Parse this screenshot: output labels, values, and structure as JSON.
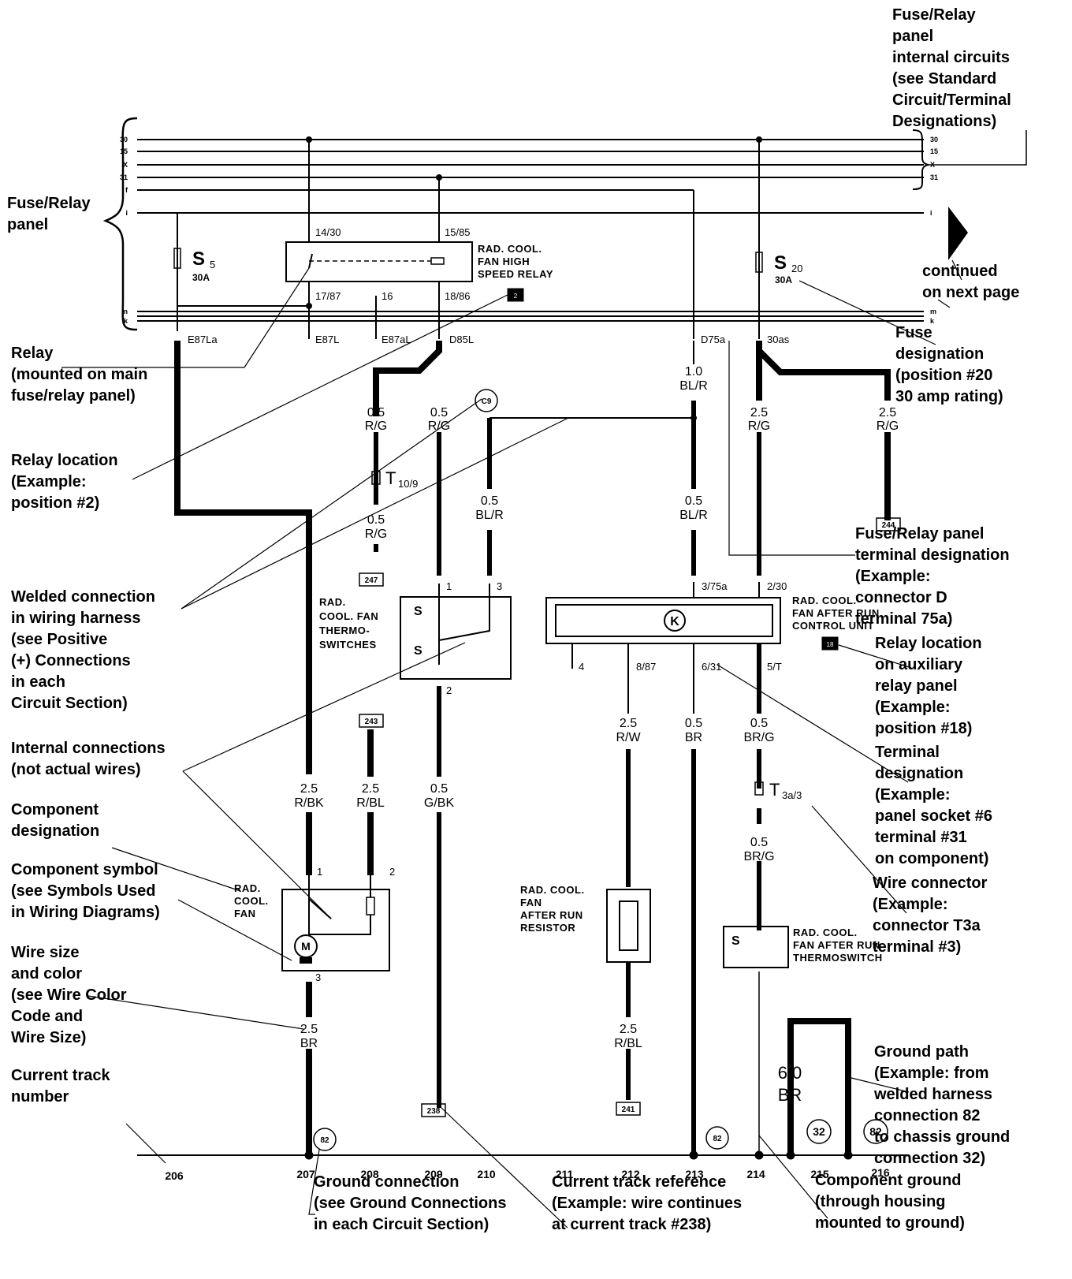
{
  "annotations": {
    "fuse_relay_internal": "Fuse/Relay\npanel\ninternal circuits\n(see Standard\nCircuit/Terminal\nDesignations)",
    "fuse_relay_panel": "Fuse/Relay\npanel",
    "continued": "continued\non next page",
    "fuse_designation": "Fuse\ndesignation\n(position #20\n30 amp rating)",
    "relay": "Relay\n(mounted on main\nfuse/relay panel)",
    "relay_location": "Relay location\n(Example:\nposition #2)",
    "fuse_relay_terminal": "Fuse/Relay panel\nterminal designation\n(Example:\nconnector D\nterminal 75a)",
    "welded_connection": "Welded connection\nin wiring harness\n(see Positive\n(+) Connections\nin each\nCircuit Section)",
    "relay_location_aux": "Relay location\non auxiliary\nrelay panel\n(Example:\nposition #18)",
    "internal_connections": "Internal connections\n(not actual wires)",
    "terminal_designation": "Terminal\ndesignation\n(Example:\npanel socket #6\nterminal #31\non component)",
    "component_designation": "Component\ndesignation",
    "component_symbol": "Component symbol\n(see Symbols Used\nin Wiring Diagrams)",
    "wire_connector": "Wire connector\n(Example:\nconnector T3a\nterminal #3)",
    "wire_size_color": "Wire size\nand color\n(see Wire Color\nCode and\nWire Size)",
    "ground_path": "Ground path\n(Example: from\nwelded harness\nconnection 82\nto chassis ground\nconnection 32)",
    "current_track_number": "Current track\nnumber",
    "ground_connection": "Ground connection\n(see Ground Connections\nin each Circuit Section)",
    "current_track_reference": "Current track reference\n(Example: wire continues\nat current track #238)",
    "component_ground": "Component ground\n(through housing\nmounted to ground)"
  },
  "bus_labels": {
    "left": [
      "30",
      "15",
      "X",
      "31",
      "f",
      "i",
      "m",
      "k"
    ],
    "right": [
      "30",
      "15",
      "X",
      "31",
      "i",
      "m",
      "k"
    ]
  },
  "fuses": {
    "s5": {
      "label": "S",
      "num": "5",
      "rating": "30A"
    },
    "s20": {
      "label": "S",
      "num": "20",
      "rating": "30A"
    }
  },
  "relay": {
    "terminals": {
      "t14": "14/30",
      "t15": "15/85",
      "t17": "17/87",
      "t16": "16",
      "t18": "18/86"
    },
    "name": [
      "RAD. COOL.",
      "FAN HIGH",
      "SPEED RELAY"
    ]
  },
  "panel_terminals": {
    "e87la": "E87La",
    "e87l": "E87L",
    "e87al": "E87aL",
    "d85l": "D85L",
    "d75a": "D75a",
    "t30as": "30as"
  },
  "wires": {
    "w1": [
      "1.0",
      "BL/R"
    ],
    "w2": [
      "0.5",
      "R/G"
    ],
    "w3": [
      "0.5",
      "R/G"
    ],
    "w4": [
      "2.5",
      "R/G"
    ],
    "w5": [
      "2.5",
      "R/G"
    ],
    "w6": [
      "0.5",
      "BL/R"
    ],
    "w7": [
      "0.5",
      "BL/R"
    ],
    "w8": [
      "0.5",
      "R/G"
    ],
    "w9": [
      "2.5",
      "R/W"
    ],
    "w10": [
      "0.5",
      "BR"
    ],
    "w11": [
      "0.5",
      "BR/G"
    ],
    "w12": [
      "2.5",
      "R/BK"
    ],
    "w13": [
      "2.5",
      "R/BL"
    ],
    "w14": [
      "0.5",
      "G/BK"
    ],
    "w15": [
      "0.5",
      "BR/G"
    ],
    "w16": [
      "2.5",
      "BR"
    ],
    "w17": [
      "2.5",
      "R/BL"
    ],
    "w18": [
      "6.0",
      "BR"
    ]
  },
  "connectors": {
    "t10": {
      "label": "T",
      "sub": "10/9"
    },
    "t3a": {
      "label": "T",
      "sub": "3a/3"
    }
  },
  "refs": {
    "c9": "C9",
    "r244": "244",
    "r247": "247",
    "r243": "243",
    "r238": "238",
    "r241": "241",
    "g82a": "82",
    "g82b": "82",
    "g32": "32",
    "g82c": "82",
    "relay_pos": "2",
    "aux_pos": "18"
  },
  "components": {
    "thermo": [
      "RAD.",
      "COOL. FAN",
      "THERMO-",
      "SWITCHES"
    ],
    "control": [
      "RAD. COOL.",
      "FAN AFTER RUN",
      "CONTROL UNIT"
    ],
    "fan": [
      "RAD.",
      "COOL.",
      "FAN"
    ],
    "resistor": [
      "RAD. COOL.",
      "FAN",
      "AFTER RUN",
      "RESISTOR"
    ],
    "thermoswitch": [
      "RAD. COOL.",
      "FAN AFTER RUN",
      "THERMOSWITCH"
    ]
  },
  "pins": {
    "th1": "1",
    "th3": "3",
    "th2": "2",
    "cu375a": "3/75a",
    "cu230": "2/30",
    "cu4": "4",
    "cu887": "8/87",
    "cu631": "6/31",
    "cu5t": "5/T",
    "fan1": "1",
    "fan2": "2",
    "fan3": "3"
  },
  "symbols": {
    "s": "S",
    "k": "K",
    "m": "M"
  },
  "tracks": [
    "206",
    "207",
    "208",
    "209",
    "210",
    "211",
    "212",
    "213",
    "214",
    "215",
    "216"
  ]
}
